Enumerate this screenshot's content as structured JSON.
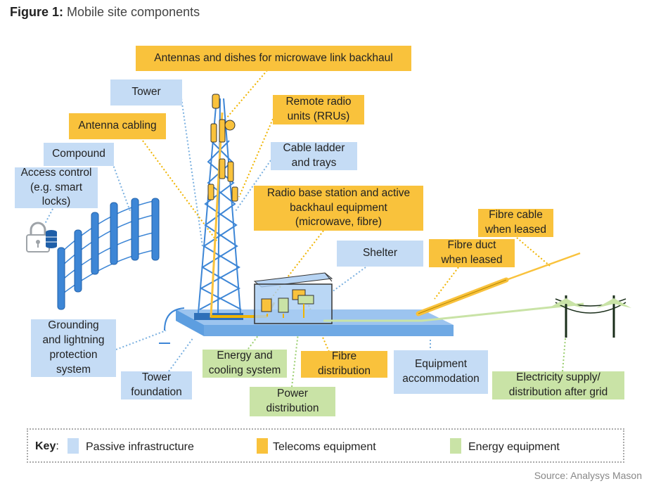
{
  "figure": {
    "title_prefix": "Figure 1:",
    "title_text": " Mobile site components"
  },
  "colors": {
    "passive": "#c5dcf5",
    "telecoms": "#f9c23c",
    "energy": "#c9e3a6",
    "tower": "#3d86d6",
    "fibre": "#f9c23c",
    "power_line": "#1a2e1a"
  },
  "labels": {
    "antennas_dishes": "Antennas and dishes for microwave link backhaul",
    "tower": "Tower",
    "rru": "Remote radio\nunits (RRUs)",
    "antenna_cabling": "Antenna cabling",
    "compound": "Compound",
    "cable_ladder": "Cable ladder\nand trays",
    "access_control": "Access control\n(e.g. smart\nlocks)",
    "rbs": "Radio base station and active\nbackhaul equipment\n(microwave, fibre)",
    "fibre_cable": "Fibre cable\nwhen leased",
    "shelter": "Shelter",
    "fibre_duct": "Fibre duct\nwhen leased",
    "grounding": "Grounding\nand lightning\nprotection\nsystem",
    "energy_cooling": "Energy and\ncooling system",
    "fibre_distribution": "Fibre\ndistribution",
    "equipment_accommodation": "Equipment\naccommodation",
    "tower_foundation": "Tower\nfoundation",
    "power_distribution": "Power\ndistribution",
    "electricity_supply": "Electricity supply/\ndistribution after grid"
  },
  "key": {
    "title": "Key",
    "colon": ":",
    "passive": "Passive infrastructure",
    "telecoms": "Telecoms equipment",
    "energy": "Energy equipment"
  },
  "source": "Source: Analysys Mason"
}
